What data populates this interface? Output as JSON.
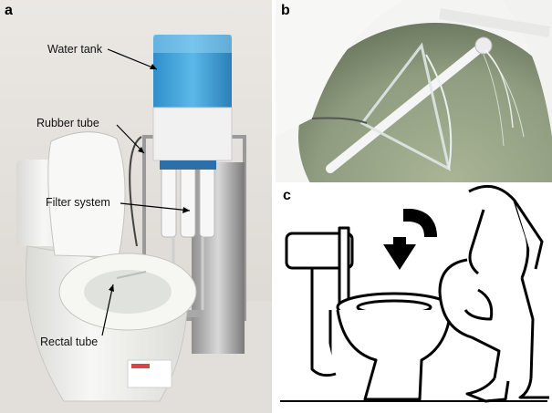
{
  "panels": {
    "a": {
      "letter": "a",
      "labels": {
        "water_tank": "Water tank",
        "rubber_tube": "Rubber tube",
        "filter_system": "Filter system",
        "rectal_tube": "Rectal tube"
      }
    },
    "b": {
      "letter": "b"
    },
    "c": {
      "letter": "c"
    }
  },
  "colors": {
    "tank_blue": "#3a9fd8",
    "toilet_white": "#f2f2f0",
    "wall": "#e7e3de",
    "bowl_green": "#9aa889",
    "line_black": "#000000"
  }
}
